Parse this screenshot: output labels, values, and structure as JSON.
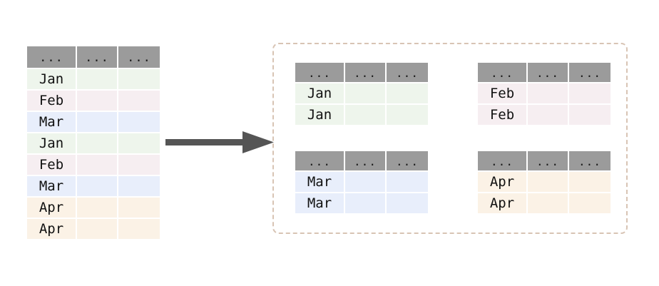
{
  "diagram": {
    "title": "",
    "colors": {
      "header_fill": "#9b9b9b",
      "arrow": "#555555",
      "group_border": "#d8c4b4",
      "jan_row": "#eef5ec",
      "feb_row": "#f6eef1",
      "mar_row": "#e8eefb",
      "apr_row": "#fbf2e6"
    },
    "ellipsis": "..."
  },
  "source_table": {
    "name": "source-table",
    "headers": [
      "...",
      "...",
      "..."
    ],
    "rows": [
      {
        "label": "Jan",
        "group": "jan",
        "cells": [
          "",
          ""
        ]
      },
      {
        "label": "Feb",
        "group": "feb",
        "cells": [
          "",
          ""
        ]
      },
      {
        "label": "Mar",
        "group": "mar",
        "cells": [
          "",
          ""
        ]
      },
      {
        "label": "Jan",
        "group": "jan",
        "cells": [
          "",
          ""
        ]
      },
      {
        "label": "Feb",
        "group": "feb",
        "cells": [
          "",
          ""
        ]
      },
      {
        "label": "Mar",
        "group": "mar",
        "cells": [
          "",
          ""
        ]
      },
      {
        "label": "Apr",
        "group": "apr",
        "cells": [
          "",
          ""
        ]
      },
      {
        "label": "Apr",
        "group": "apr",
        "cells": [
          "",
          ""
        ]
      }
    ]
  },
  "arrow": {
    "name": "flow-arrow",
    "direction": "right"
  },
  "split_tables": [
    {
      "name": "split-table-jan",
      "group": "jan",
      "headers": [
        "...",
        "...",
        "..."
      ],
      "rows": [
        {
          "label": "Jan",
          "cells": [
            "",
            ""
          ]
        },
        {
          "label": "Jan",
          "cells": [
            "",
            ""
          ]
        }
      ]
    },
    {
      "name": "split-table-feb",
      "group": "feb",
      "headers": [
        "...",
        "...",
        "..."
      ],
      "rows": [
        {
          "label": "Feb",
          "cells": [
            "",
            ""
          ]
        },
        {
          "label": "Feb",
          "cells": [
            "",
            ""
          ]
        }
      ]
    },
    {
      "name": "split-table-mar",
      "group": "mar",
      "headers": [
        "...",
        "...",
        "..."
      ],
      "rows": [
        {
          "label": "Mar",
          "cells": [
            "",
            ""
          ]
        },
        {
          "label": "Mar",
          "cells": [
            "",
            ""
          ]
        }
      ]
    },
    {
      "name": "split-table-apr",
      "group": "apr",
      "headers": [
        "...",
        "...",
        "..."
      ],
      "rows": [
        {
          "label": "Apr",
          "cells": [
            "",
            ""
          ]
        },
        {
          "label": "Apr",
          "cells": [
            "",
            ""
          ]
        }
      ]
    }
  ]
}
